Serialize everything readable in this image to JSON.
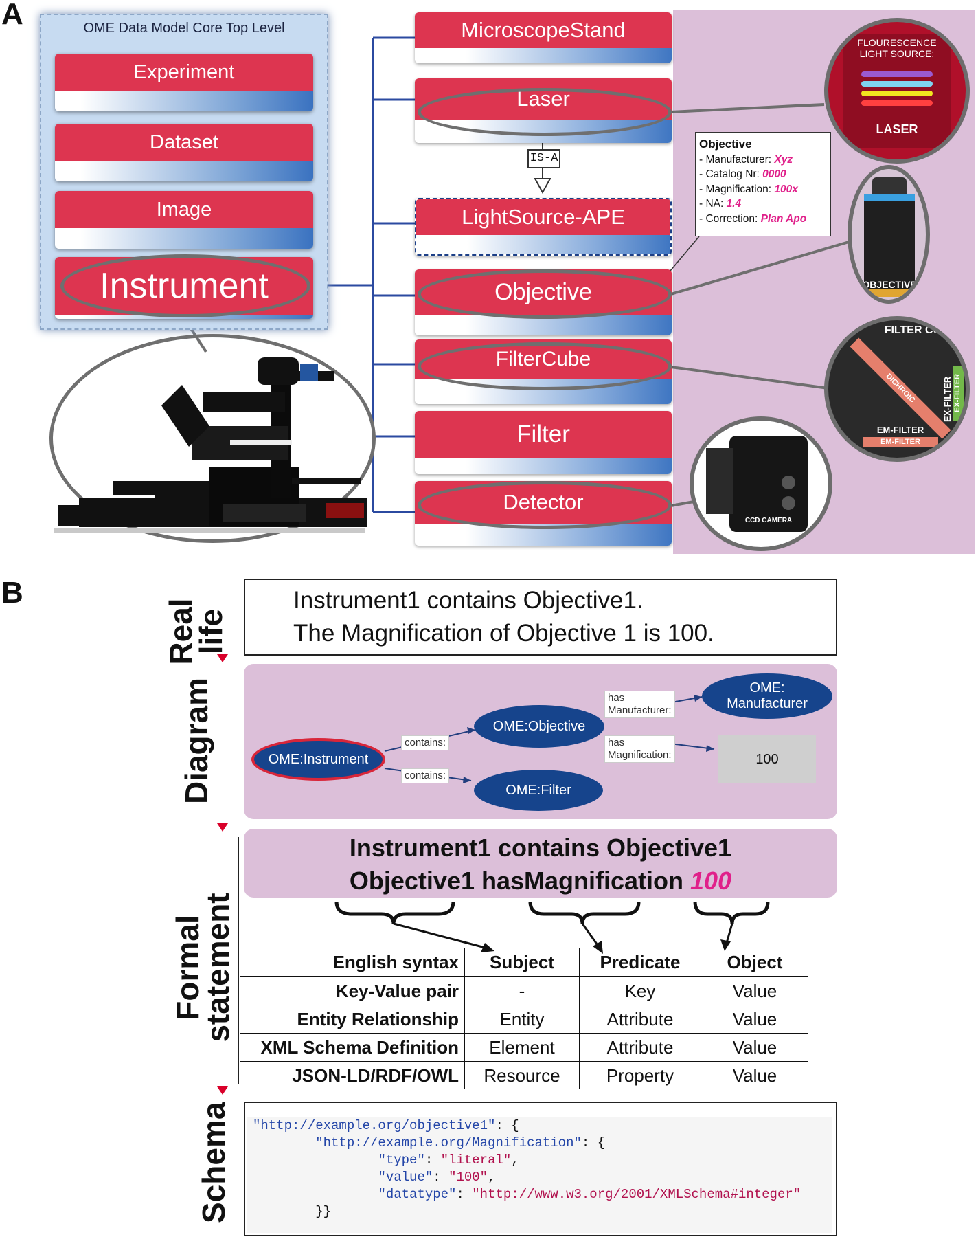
{
  "panelA": {
    "letter": "A",
    "core": {
      "title": "OME Data Model Core Top Level",
      "items": [
        "Experiment",
        "Dataset",
        "Image",
        "Instrument"
      ]
    },
    "right_items": [
      "MicroscopeStand",
      "Laser",
      "LightSource-APE",
      "Objective",
      "FilterCube",
      "Filter",
      "Detector"
    ],
    "isa_label": "IS-A",
    "note": {
      "title": "Objective",
      "lines": [
        {
          "label": "- Manufacturer: ",
          "value": "Xyz"
        },
        {
          "label": "- Catalog Nr: ",
          "value": "0000"
        },
        {
          "label": "- Magnification: ",
          "value": "100x"
        },
        {
          "label": "- NA: ",
          "value": "1.4"
        },
        {
          "label": "- Correction: ",
          "value": "Plan Apo"
        }
      ]
    },
    "laser_circle": {
      "top": "FLOURESCENCE LIGHT SOURCE:",
      "bottom": "LASER"
    },
    "objective_circle": {
      "label": "OBJECTIVE"
    },
    "filter_circle": {
      "title": "FILTER CUBE",
      "dichroic": "DICHROIC",
      "ex1": "EX-FILTER",
      "ex2": "EX-FILTER",
      "em1": "EM-FILTER",
      "em2": "EM-FILTER"
    },
    "camera_circle": {
      "label": "CCD CAMERA"
    }
  },
  "panelB": {
    "letter": "B",
    "side_labels": {
      "real": "Real",
      "life": "life",
      "diagram": "Diagram",
      "formal": "Formal",
      "statement": "statement",
      "schema": "Schema"
    },
    "real_life": [
      "Instrument1 contains Objective1.",
      "The Magnification of Objective 1 is 100."
    ],
    "diagram": {
      "nodes": {
        "instrument": "OME:Instrument",
        "objective": "OME:Objective",
        "filter": "OME:Filter",
        "manufacturer_1": "OME:",
        "manufacturer_2": "Manufacturer",
        "value": "100"
      },
      "edges": {
        "contains1": "contains:",
        "contains2": "contains:",
        "hasManu_1": "has",
        "hasManu_2": "Manufacturer:",
        "hasMag_1": "has",
        "hasMag_2": "Magnification:"
      }
    },
    "formal": {
      "line1": "Instrument1 contains Objective1",
      "line2_prefix": "Objective1 hasMagnification ",
      "line2_value": "100"
    },
    "table": {
      "headers": [
        "English syntax",
        "Subject",
        "Predicate",
        "Object"
      ],
      "rows": [
        [
          "Key-Value pair",
          "-",
          "Key",
          "Value"
        ],
        [
          "Entity Relationship",
          "Entity",
          "Attribute",
          "Value"
        ],
        [
          "XML Schema Definition",
          "Element",
          "Attribute",
          "Value"
        ],
        [
          "JSON-LD/RDF/OWL",
          "Resource",
          "Property",
          "Value"
        ]
      ]
    },
    "code": {
      "k1": "\"http://example.org/objective1\"",
      "k2": "\"http://example.org/Magnification\"",
      "k3": "\"type\"",
      "v3": "\"literal\"",
      "k4": "\"value\"",
      "v4": "\"100\"",
      "k5": "\"datatype\"",
      "v5": "\"http://www.w3.org/2001/XMLSchema#integer\""
    }
  }
}
